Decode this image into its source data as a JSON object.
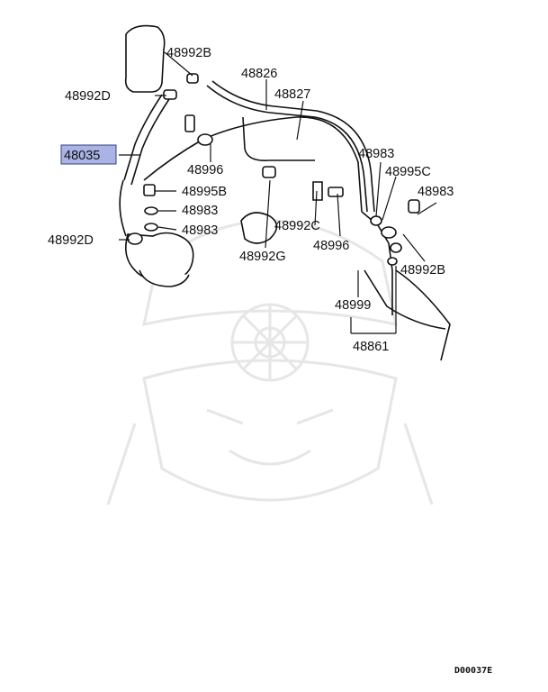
{
  "parts": [
    {
      "id": "p-48992B-top",
      "label": "48992B",
      "highlighted": false
    },
    {
      "id": "p-48826",
      "label": "48826",
      "highlighted": false
    },
    {
      "id": "p-48827",
      "label": "48827",
      "highlighted": false
    },
    {
      "id": "p-48992D-top",
      "label": "48992D",
      "highlighted": false
    },
    {
      "id": "p-48035",
      "label": "48035",
      "highlighted": true
    },
    {
      "id": "p-48996-left",
      "label": "48996",
      "highlighted": false
    },
    {
      "id": "p-48983-right-top",
      "label": "48983",
      "highlighted": false
    },
    {
      "id": "p-48995C",
      "label": "48995C",
      "highlighted": false
    },
    {
      "id": "p-48995B",
      "label": "48995B",
      "highlighted": false
    },
    {
      "id": "p-48983-right",
      "label": "48983",
      "highlighted": false
    },
    {
      "id": "p-48983-left-a",
      "label": "48983",
      "highlighted": false
    },
    {
      "id": "p-48983-left-b",
      "label": "48983",
      "highlighted": false
    },
    {
      "id": "p-48992C",
      "label": "48992C",
      "highlighted": false
    },
    {
      "id": "p-48992D-bottom",
      "label": "48992D",
      "highlighted": false
    },
    {
      "id": "p-48996-right",
      "label": "48996",
      "highlighted": false
    },
    {
      "id": "p-48992G",
      "label": "48992G",
      "highlighted": false
    },
    {
      "id": "p-48992B-bottom",
      "label": "48992B",
      "highlighted": false
    },
    {
      "id": "p-48999",
      "label": "48999",
      "highlighted": false
    },
    {
      "id": "p-48861",
      "label": "48861",
      "highlighted": false
    }
  ],
  "diagram_code": "D00037E",
  "colors": {
    "highlight": "#a9b3e6",
    "ink": "#111111",
    "watermark": "#e6e6e6"
  }
}
